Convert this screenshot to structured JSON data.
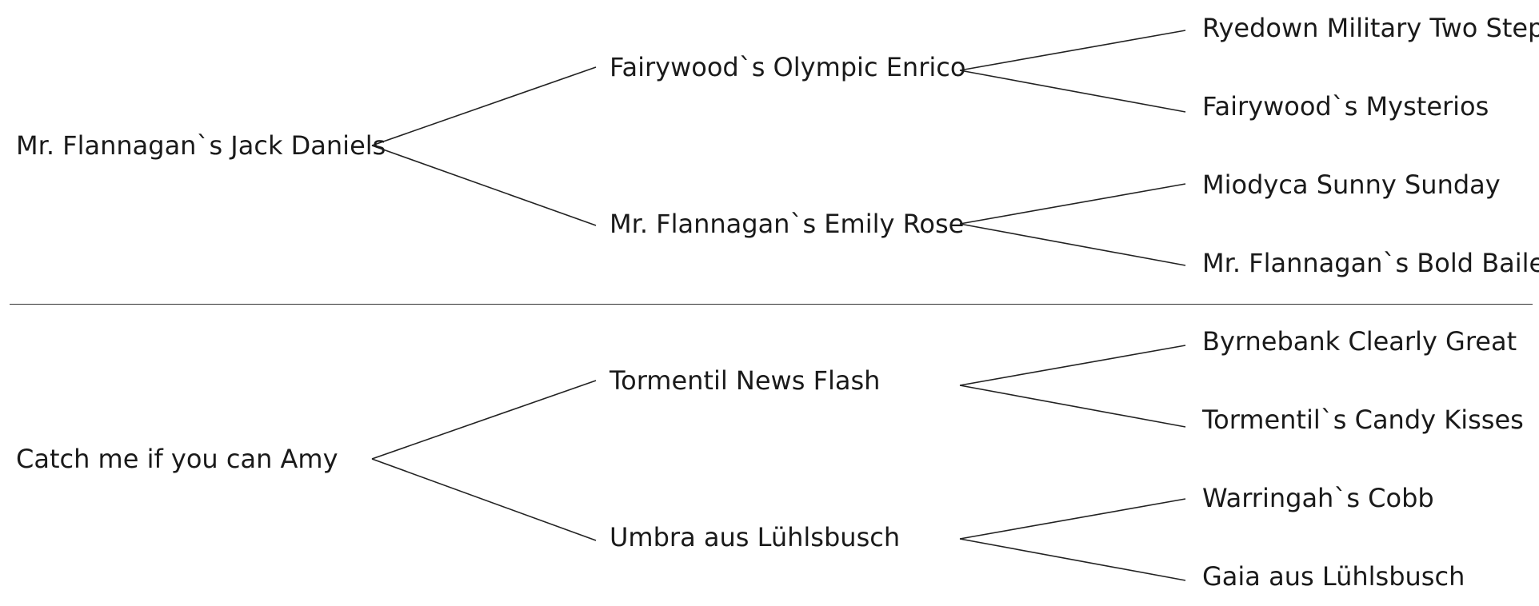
{
  "pedigrees": [
    {
      "name": "Mr. Flannagan`s Jack Daniels",
      "parents": [
        {
          "name": "Fairywood`s Olympic Enrico",
          "parents": [
            "Ryedown Military Two Step",
            "Fairywood`s Mysterios"
          ]
        },
        {
          "name": "Mr. Flannagan`s Emily Rose",
          "parents": [
            "Miodyca Sunny Sunday",
            "Mr. Flannagan`s Bold Bailey"
          ]
        }
      ]
    },
    {
      "name": "Catch me if you can Amy",
      "parents": [
        {
          "name": "Tormentil News Flash",
          "parents": [
            "Byrnebank Clearly Great",
            "Tormentil`s Candy Kisses"
          ]
        },
        {
          "name": "Umbra aus Lühlsbusch",
          "parents": [
            "Warringah`s Cobb",
            "Gaia aus Lühlsbusch"
          ]
        }
      ]
    }
  ]
}
